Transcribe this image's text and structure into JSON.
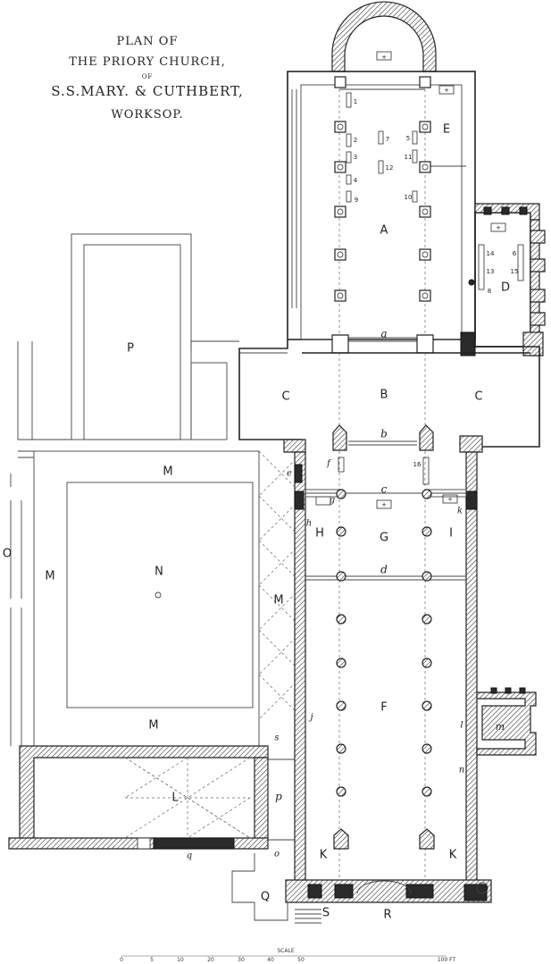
{
  "title": {
    "line1": "PLAN OF",
    "line2": "THE PRIORY CHURCH,",
    "line3": "OF",
    "line4": "S.S.MARY. & CUTHBERT,",
    "line5": "WORKSOP."
  },
  "rooms": {
    "A": "A",
    "B": "B",
    "C_left": "C",
    "C_right": "C",
    "D": "D",
    "E": "E",
    "F": "F",
    "G": "G",
    "H": "H",
    "I": "I",
    "K_left": "K",
    "K_right": "K",
    "L": "L",
    "M_top": "M",
    "M_left": "M",
    "M_cloister": "M",
    "M_bottom": "M",
    "N": "N",
    "O": "O",
    "P": "P",
    "Q": "Q",
    "R": "R",
    "S": "S"
  },
  "section_marks": {
    "a": "a",
    "b": "b",
    "c": "c",
    "d": "d",
    "e": "e",
    "f": "f",
    "g": "g",
    "h": "h",
    "j": "j",
    "k": "k",
    "l": "l",
    "m": "m",
    "n": "n",
    "o": "o",
    "p": "p",
    "q": "q",
    "s": "s"
  },
  "numbers": {
    "n1": "1",
    "n2": "2",
    "n3": "3",
    "n4": "4",
    "n5": "5",
    "n6": "6",
    "n7": "7",
    "n8": "8",
    "n9": "9",
    "n10": "10",
    "n11": "11",
    "n12": "12",
    "n13": "13",
    "n14": "14",
    "n15": "15",
    "n16": "16"
  },
  "scale": {
    "label": "SCALE",
    "ticks": [
      "0",
      "5",
      "10",
      "20",
      "30",
      "40",
      "50"
    ],
    "end": "100 FT"
  }
}
